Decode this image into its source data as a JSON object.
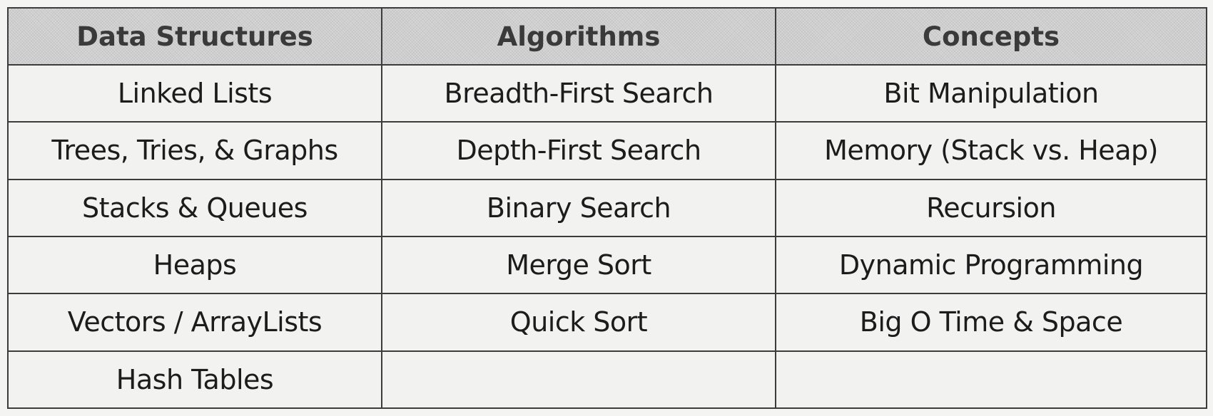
{
  "table": {
    "headers": [
      "Data Structures",
      "Algorithms",
      "Concepts"
    ],
    "rows": [
      [
        "Linked Lists",
        "Breadth-First Search",
        "Bit Manipulation"
      ],
      [
        "Trees, Tries, & Graphs",
        "Depth-First Search",
        "Memory (Stack vs. Heap)"
      ],
      [
        "Stacks & Queues",
        "Binary Search",
        "Recursion"
      ],
      [
        "Heaps",
        "Merge Sort",
        "Dynamic Programming"
      ],
      [
        "Vectors / ArrayLists",
        "Quick Sort",
        "Big O Time & Space"
      ],
      [
        "Hash Tables",
        "",
        ""
      ]
    ]
  },
  "colors": {
    "header_background": "#d6d6d6",
    "cell_background": "#f2f2f0",
    "border": "#3c3c3c",
    "text": "#1c1c1c"
  }
}
